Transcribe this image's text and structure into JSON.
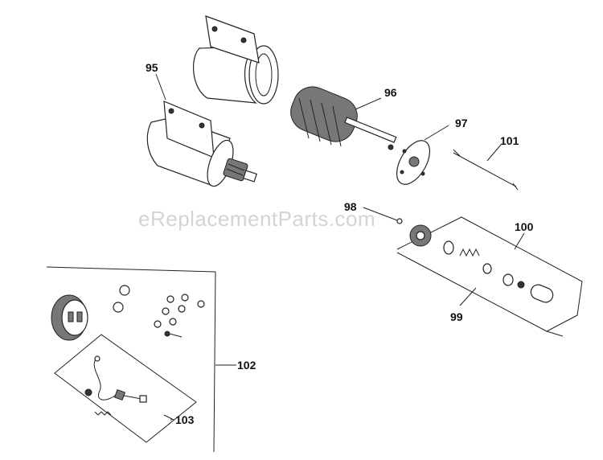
{
  "watermark": "eReplacementParts.com",
  "callouts": {
    "c95": "95",
    "c96": "96",
    "c97": "97",
    "c98": "98",
    "c99": "99",
    "c100": "100",
    "c101": "101",
    "c102": "102",
    "c103": "103"
  }
}
